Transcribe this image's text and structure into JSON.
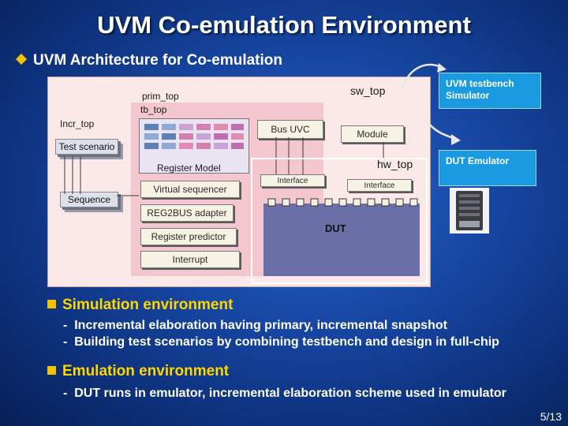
{
  "slide": {
    "title": "UVM Co-emulation Environment",
    "subtitle": "UVM Architecture for Co-emulation",
    "page": "5/13"
  },
  "diagram": {
    "incr_top": "Incr_top",
    "test_scenario": "Test scenario",
    "sequence": "Sequence",
    "prim_top": "prim_top",
    "tb_top": "tb_top",
    "register_model": "Register Model",
    "virtual_sequencer": "Virtual sequencer",
    "reg2bus_adapter": "REG2BUS adapter",
    "register_predictor": "Register predictor",
    "interrupt": "Interrupt",
    "sw_top": "sw_top",
    "bus_uvc": "Bus UVC",
    "module": "Module",
    "hw_top": "hw_top",
    "interface_left": "Interface",
    "interface_right": "Interface",
    "dut": "DUT",
    "uvm_testbench_simulator": "UVM testbench Simulator",
    "dut_emulator": "DUT Emulator"
  },
  "sections": [
    {
      "heading": "Simulation environment",
      "items": [
        "Incremental elaboration having primary, incremental snapshot",
        "Building test scenarios by combining testbench and design in full-chip"
      ]
    },
    {
      "heading": "Emulation environment",
      "items": [
        "DUT runs in emulator,  incremental elaboration scheme used in emulator"
      ]
    }
  ],
  "colors": {
    "accent_yellow": "#f2c200",
    "diagram_panel": "#fbe9e9",
    "info_box_blue": "#1a9ae0",
    "dut_area": "#6a6fa8"
  }
}
